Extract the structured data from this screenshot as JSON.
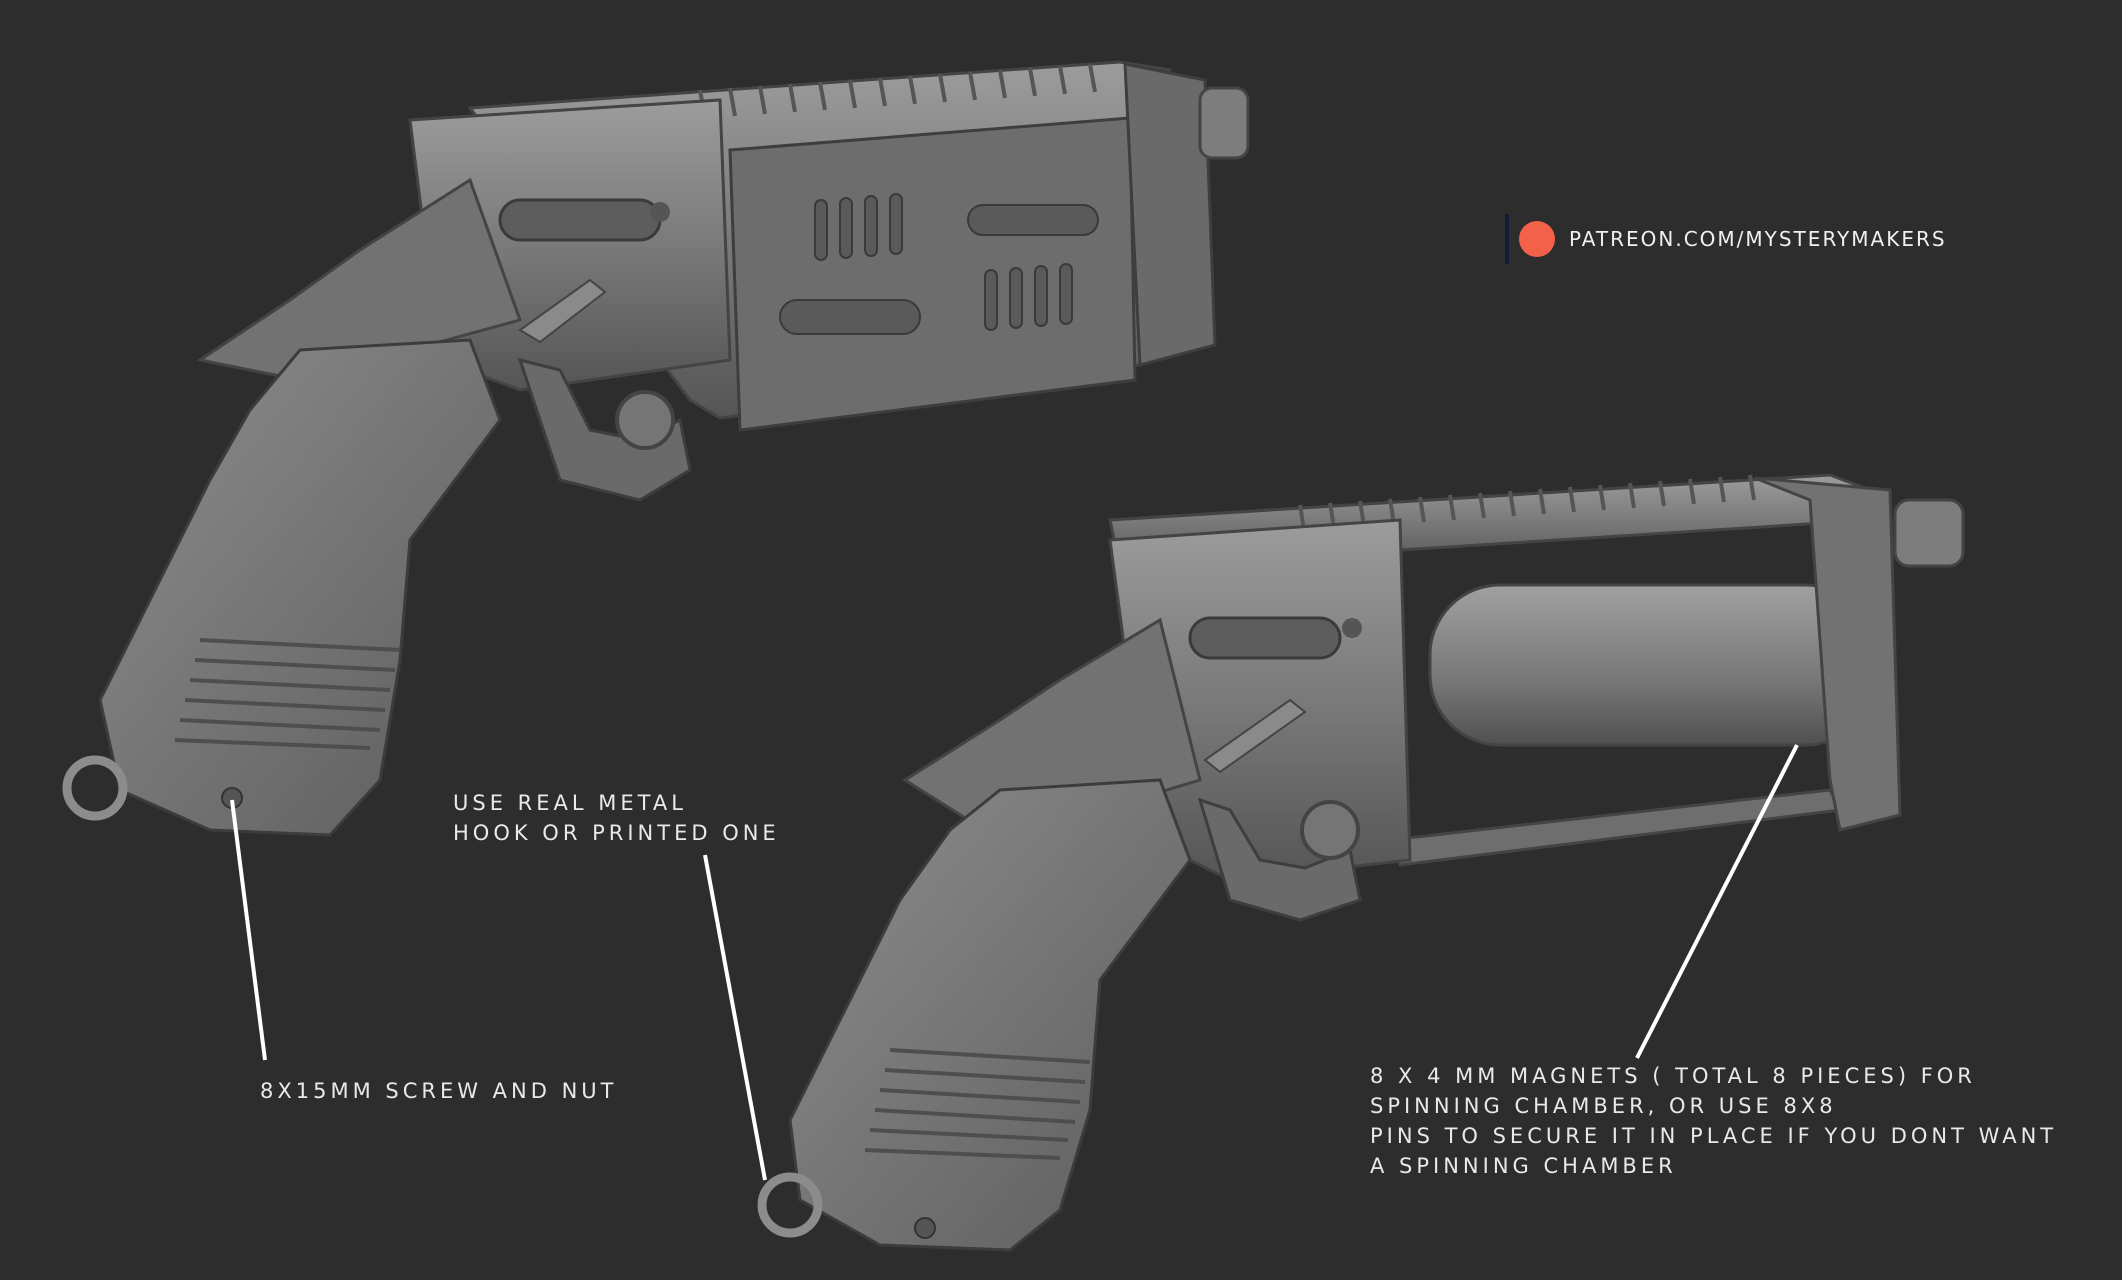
{
  "branding": {
    "url_text": "PATREON.COM/MYSTERYMAKERS",
    "logo_color": "#f4614a"
  },
  "annotations": {
    "screw": "8X15MM SCREW AND NUT",
    "hook": [
      "USE REAL METAL",
      "HOOK OR PRINTED ONE"
    ],
    "magnets": [
      "8 X 4 MM MAGNETS ( TOTAL 8 PIECES) FOR",
      "SPINNING CHAMBER, OR USE 8X8",
      "PINS TO SECURE IT IN PLACE IF YOU DONT WANT",
      "A SPINNING CHAMBER"
    ]
  },
  "colors": {
    "background": "#2d2d2e",
    "model": "#7a7a7a",
    "model_highlight": "#9a9a9a",
    "model_shadow": "#4e4e4e",
    "callout_line": "#ffffff"
  }
}
